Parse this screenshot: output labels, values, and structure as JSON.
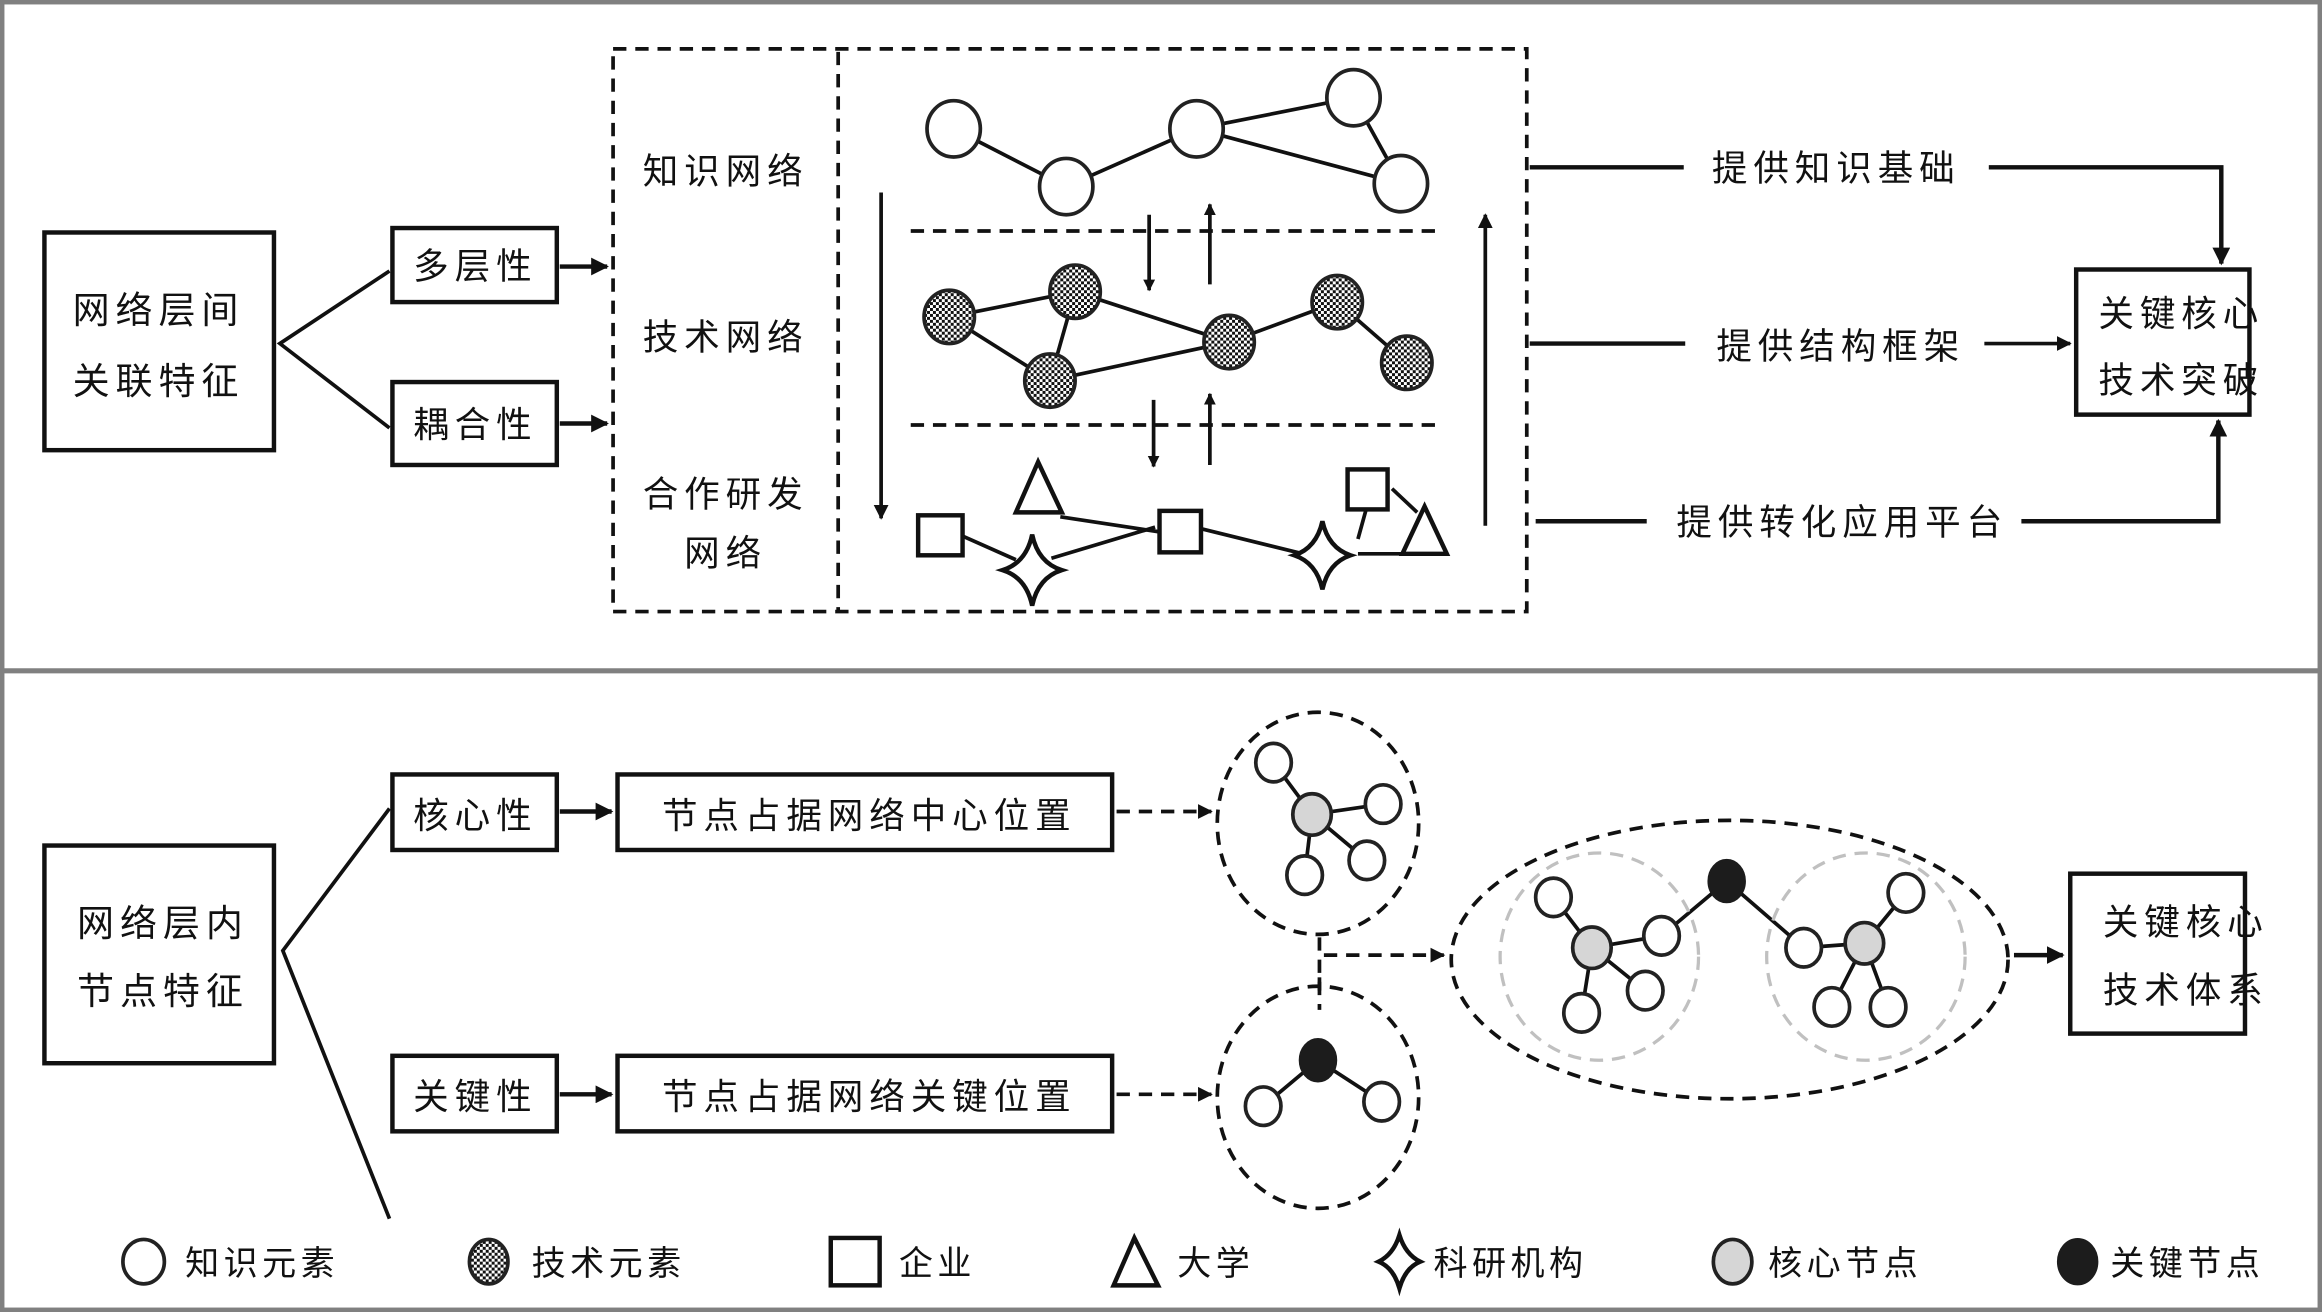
{
  "top_panel": {
    "source_box": [
      "网络层间",
      "关联特征"
    ],
    "properties": [
      "多层性",
      "耦合性"
    ],
    "layer_labels": [
      [
        "知识网络"
      ],
      [
        "技术网络"
      ],
      [
        "合作研发",
        "网络"
      ]
    ],
    "outputs": [
      "提供知识基础",
      "提供结构框架",
      "提供转化应用平台"
    ],
    "target_box": [
      "关键核心",
      "技术突破"
    ]
  },
  "bottom_panel": {
    "source_box": [
      "网络层内",
      "节点特征"
    ],
    "properties": [
      "核心性",
      "关键性"
    ],
    "descriptions": [
      "节点占据网络中心位置",
      "节点占据网络关键位置"
    ],
    "target_box": [
      "关键核心",
      "技术体系"
    ]
  },
  "legend": [
    {
      "icon": "knowledge-element-icon",
      "label": "知识元素"
    },
    {
      "icon": "technology-element-icon",
      "label": "技术元素"
    },
    {
      "icon": "enterprise-icon",
      "label": "企业"
    },
    {
      "icon": "university-icon",
      "label": "大学"
    },
    {
      "icon": "research-institute-icon",
      "label": "科研机构"
    },
    {
      "icon": "core-node-icon",
      "label": "核心节点"
    },
    {
      "icon": "key-node-icon",
      "label": "关键节点"
    }
  ],
  "colors": {
    "frame": "#808080",
    "core_node": "#d6d6d6",
    "key_node": "#1c1c1c",
    "cluster_outline": "#c0c0c0"
  }
}
